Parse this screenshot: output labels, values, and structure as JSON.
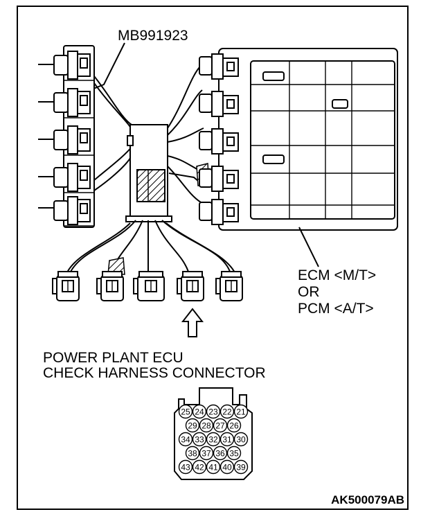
{
  "labels": {
    "adapter": "MB991923",
    "ecm_line1": "ECM <M/T>",
    "ecm_line2": "OR",
    "ecm_line3": "PCM <A/T>",
    "caption_line1": "POWER PLANT ECU",
    "caption_line2": "CHECK HARNESS CONNECTOR",
    "figure_code": "AK500079AB"
  },
  "pin_rows": [
    [
      "25",
      "24",
      "23",
      "22",
      "21"
    ],
    [
      "29",
      "28",
      "27",
      "26"
    ],
    [
      "34",
      "33",
      "32",
      "31",
      "30"
    ],
    [
      "38",
      "37",
      "36",
      "35"
    ],
    [
      "43",
      "42",
      "41",
      "40",
      "39"
    ]
  ],
  "colors": {
    "line": "#000000",
    "background": "#ffffff"
  }
}
